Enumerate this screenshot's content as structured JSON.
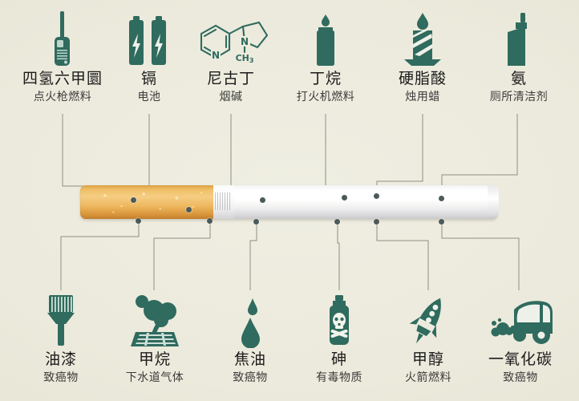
{
  "palette": {
    "background": "#ecebdd",
    "icon_green": "#2f6b5e",
    "icon_green_dark": "#2a5f54",
    "text_dark": "#1b1b1b",
    "text_sub": "#3b3b3b",
    "line": "#8f8f80",
    "dot": "#4d5a5a",
    "filter_orange": "#eeb75e",
    "paper_white": "#ffffff"
  },
  "subject": {
    "name": "cigarette",
    "parts": [
      "filter",
      "tipping-band",
      "paper",
      "tip"
    ]
  },
  "top_items": [
    {
      "name": "四氢六甲圜",
      "use": "点火枪燃料",
      "icon": "walkie-talkie-icon"
    },
    {
      "name": "镉",
      "use": "电池",
      "icon": "battery-icon"
    },
    {
      "name": "尼古丁",
      "use": "烟碱",
      "icon": "nicotine-molecule-icon"
    },
    {
      "name": "丁烷",
      "use": "打火机燃料",
      "icon": "lighter-icon"
    },
    {
      "name": "硬脂酸",
      "use": "烛用蜡",
      "icon": "candle-icon"
    },
    {
      "name": "氨",
      "use": "厕所清洁剂",
      "icon": "spray-bottle-icon"
    }
  ],
  "bottom_items": [
    {
      "name": "油漆",
      "use": "致癌物",
      "icon": "paintbrush-icon"
    },
    {
      "name": "甲烷",
      "use": "下水道气体",
      "icon": "sewer-gas-icon"
    },
    {
      "name": "焦油",
      "use": "致癌物",
      "icon": "tar-drop-icon"
    },
    {
      "name": "砷",
      "use": "有毒物质",
      "icon": "poison-bottle-icon"
    },
    {
      "name": "甲醇",
      "use": "火箭燃料",
      "icon": "rocket-icon"
    },
    {
      "name": "一氧化碳",
      "use": "致癌物",
      "icon": "car-exhaust-icon"
    }
  ],
  "molecule_labels": {
    "pyridine_n": "N",
    "pyrrolidine_n": "N",
    "methyl": "CH",
    "methyl_sub": "3"
  }
}
